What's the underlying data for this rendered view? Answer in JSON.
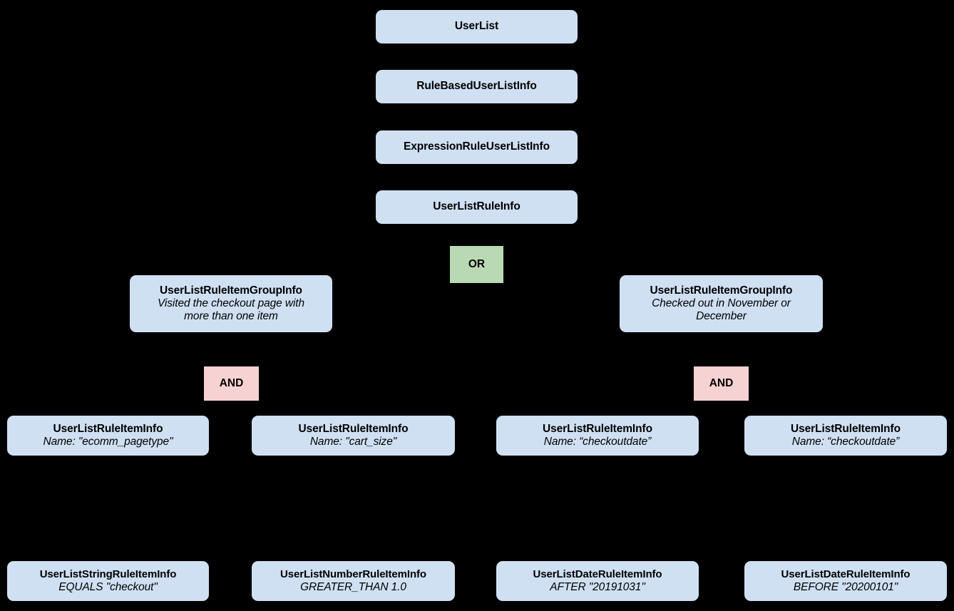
{
  "diagram": {
    "type": "hierarchy-tree",
    "background_color": "#000000",
    "node_fill_color": "#cfe0f2",
    "or_fill_color": "#b9d9b2",
    "and_fill_color": "#f6d2d2",
    "edge_color": "#000000",
    "levels": [
      {
        "label": "UserList"
      },
      {
        "label": "RuleBasedUserListInfo"
      },
      {
        "label": "ExpressionRuleUserListInfo"
      },
      {
        "label": "UserListRuleInfo"
      }
    ],
    "root": {
      "title": "UserList"
    },
    "level2": {
      "title": "RuleBasedUserListInfo"
    },
    "level3": {
      "title": "ExpressionRuleUserListInfo"
    },
    "level4": {
      "title": "UserListRuleInfo"
    },
    "or_node": {
      "label": "OR"
    },
    "groups": [
      {
        "title": "UserListRuleItemGroupInfo",
        "subtitle_line1": "Visited the checkout page with",
        "subtitle_line2": "more than one item",
        "operator": "AND"
      },
      {
        "title": "UserListRuleItemGroupInfo",
        "subtitle_line1": "Checked out in November or",
        "subtitle_line2": "December",
        "operator": "AND"
      }
    ],
    "and_nodes": [
      {
        "label": "AND"
      },
      {
        "label": "AND"
      }
    ],
    "rule_items": [
      {
        "title": "UserListRuleItemInfo",
        "subtitle": "Name: \"ecomm_pagetype\""
      },
      {
        "title": "UserListRuleItemInfo",
        "subtitle": "Name: \"cart_size\""
      },
      {
        "title": "UserListRuleItemInfo",
        "subtitle": "Name: “checkoutdate”"
      },
      {
        "title": "UserListRuleItemInfo",
        "subtitle": "Name: “checkoutdate”"
      }
    ],
    "leaf_items": [
      {
        "title": "UserListStringRuleItemInfo",
        "subtitle": "EQUALS \"checkout\""
      },
      {
        "title": "UserListNumberRuleItemInfo",
        "subtitle": "GREATER_THAN 1.0"
      },
      {
        "title": "UserListDateRuleItemInfo",
        "subtitle": "AFTER \"20191031\""
      },
      {
        "title": "UserListDateRuleItemInfo",
        "subtitle": "BEFORE \"20200101\""
      }
    ]
  }
}
